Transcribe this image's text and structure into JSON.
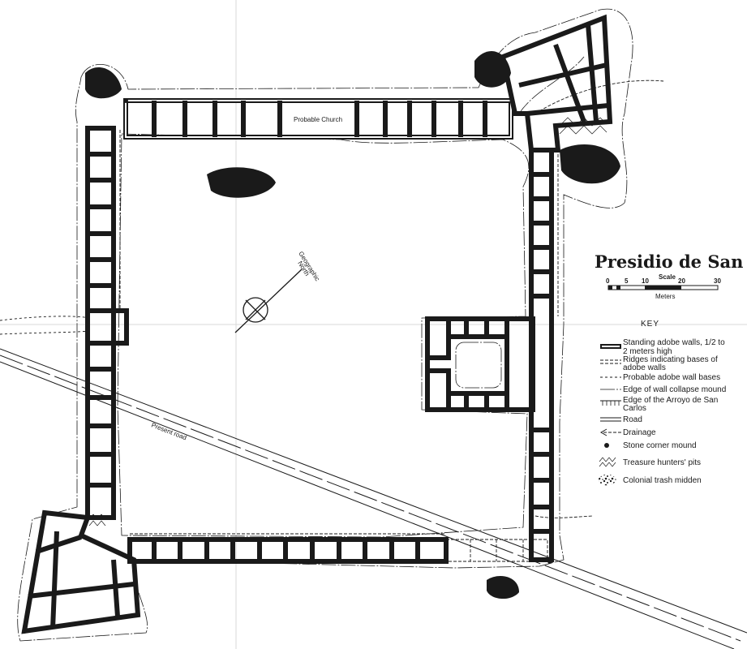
{
  "title": "Presidio de San Carlos",
  "scale": {
    "label": "Scale",
    "unit": "Meters",
    "ticks": [
      "0",
      "5",
      "10",
      "20",
      "30"
    ]
  },
  "key": {
    "heading": "KEY",
    "items": [
      {
        "lines": [
          "Standing adobe walls, 1/2 to",
          "2 meters high"
        ],
        "symbol": "standing-wall-symbol"
      },
      {
        "lines": [
          "Ridges indicating bases of",
          "adobe walls"
        ],
        "symbol": "ridge-symbol"
      },
      {
        "lines": [
          "Probable adobe wall bases"
        ],
        "symbol": "probable-wall-symbol"
      },
      {
        "lines": [
          "Edge of wall collapse mound"
        ],
        "symbol": "collapse-mound-symbol"
      },
      {
        "lines": [
          "Edge of the Arroyo de San",
          "Carlos"
        ],
        "symbol": "arroyo-edge-symbol"
      },
      {
        "lines": [
          "Road"
        ],
        "symbol": "road-symbol"
      },
      {
        "lines": [
          "Drainage"
        ],
        "symbol": "drainage-symbol"
      },
      {
        "lines": [
          "Stone corner mound"
        ],
        "symbol": "stone-mound-symbol"
      },
      {
        "lines": [
          "Treasure hunters' pits"
        ],
        "symbol": "pits-symbol"
      },
      {
        "lines": [
          "Colonial trash midden"
        ],
        "symbol": "midden-symbol"
      }
    ]
  },
  "labels": {
    "church": "Probable Church",
    "road": "Present road",
    "north_line1": "Geographic",
    "north_line2": "North"
  }
}
